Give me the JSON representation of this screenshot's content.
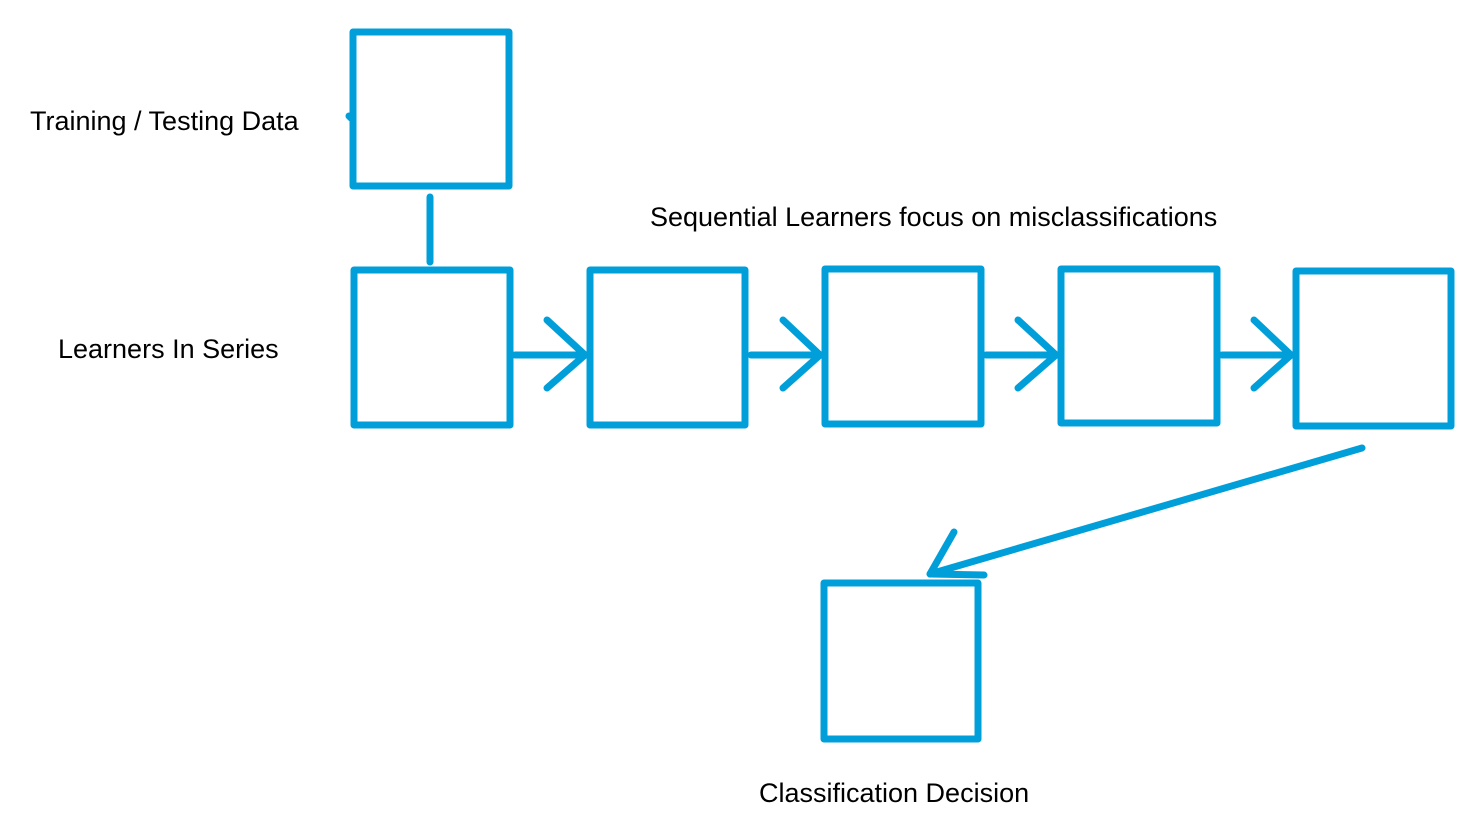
{
  "labels": {
    "training_testing": "Training / Testing Data",
    "learners_in_series": "Learners In Series",
    "sequential_note": "Sequential Learners focus on misclassifications",
    "decision": "Classification Decision"
  },
  "diagram": {
    "stroke_color": "#009fd9",
    "nodes": [
      "data",
      "learner-1",
      "learner-2",
      "learner-3",
      "learner-4",
      "learner-5",
      "decision"
    ],
    "edges": [
      {
        "from": "data",
        "to": "learner-1",
        "type": "line"
      },
      {
        "from": "learner-1",
        "to": "learner-2",
        "type": "arrow"
      },
      {
        "from": "learner-2",
        "to": "learner-3",
        "type": "arrow"
      },
      {
        "from": "learner-3",
        "to": "learner-4",
        "type": "arrow"
      },
      {
        "from": "learner-4",
        "to": "learner-5",
        "type": "arrow"
      },
      {
        "from": "learner-5",
        "to": "decision",
        "type": "arrow"
      }
    ]
  }
}
